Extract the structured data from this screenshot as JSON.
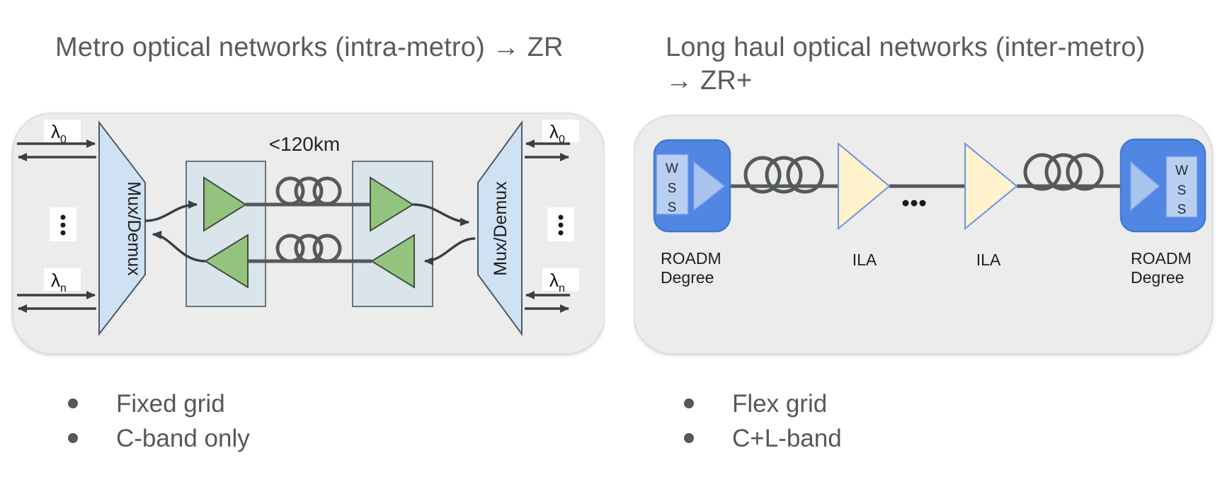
{
  "palette": {
    "panel_bg": "#ececec",
    "panel_border": "#d9d9d9",
    "mux_fill": "#cfe2f3",
    "amp_box_fill": "#d9e5ea",
    "amp_triangle_fill": "#93c47d",
    "roadm_box_fill": "#5286e3",
    "wss_fill": "#b8cff2",
    "roadm_triangle_fill": "#a9c4ee",
    "ila_fill": "#fff2cc",
    "fiber_line": "#55595c",
    "arrow_color": "#3a3f44",
    "title_color": "#5b5b5b",
    "label_color": "#1f1f1f",
    "white_patch": "#ffffff"
  },
  "left_panel": {
    "title": "Metro optical networks (intra-metro) → ZR",
    "diagram": {
      "mux_left_label": "Mux/Demux",
      "mux_right_label": "Mux/Demux",
      "distance_label": "<120km",
      "lambda_symbol": "λ",
      "lambda_first_sub": "0",
      "lambda_last_sub": "n",
      "vertical_ellipsis": "⋮"
    },
    "bullets": [
      "Fixed grid",
      "C-band only"
    ]
  },
  "right_panel": {
    "title_line1": "Long haul optical networks (inter-metro)",
    "title_line2": "→ ZR+",
    "diagram": {
      "roadm_left": {
        "wss": [
          "W",
          "S",
          "S"
        ],
        "label_line1": "ROADM",
        "label_line2": "Degree"
      },
      "roadm_right": {
        "wss": [
          "W",
          "S",
          "S"
        ],
        "label_line1": "ROADM",
        "label_line2": "Degree"
      },
      "ila_left_label": "ILA",
      "ila_right_label": "ILA",
      "horizontal_ellipsis": "•••"
    },
    "bullets": [
      "Flex grid",
      "C+L-band"
    ]
  }
}
